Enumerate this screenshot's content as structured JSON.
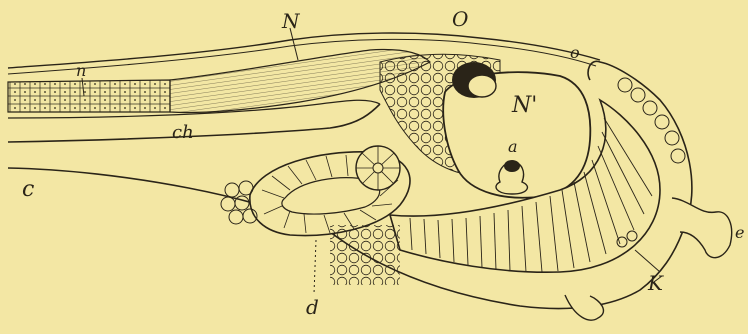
{
  "figure": {
    "background": "#f3e7a4",
    "ink": "#2a2418",
    "labels": {
      "N": "N",
      "n": "n",
      "O": "O",
      "o": "o",
      "N_prime": "N'",
      "a": "a",
      "ch": "ch",
      "c": "c",
      "d": "d",
      "K": "K",
      "e": "e"
    }
  }
}
